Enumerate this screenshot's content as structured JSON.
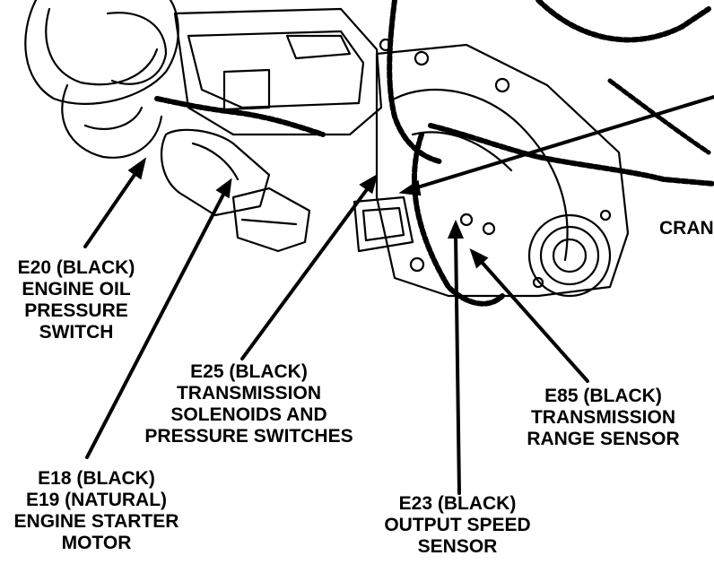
{
  "labels": {
    "e20": [
      "E20 (BLACK)",
      "ENGINE OIL",
      "PRESSURE",
      "SWITCH"
    ],
    "e25": [
      "E25 (BLACK)",
      "TRANSMISSION",
      "SOLENOIDS AND",
      "PRESSURE SWITCHES"
    ],
    "e18": [
      "E18 (BLACK)",
      "E19 (NATURAL)",
      "ENGINE STARTER",
      "MOTOR"
    ],
    "e23": [
      "E23 (BLACK)",
      "OUTPUT SPEED",
      "SENSOR"
    ],
    "e85": [
      "E85 (BLACK)",
      "TRANSMISSION",
      "RANGE SENSOR"
    ],
    "crank_partial": "CRAN"
  },
  "colors": {
    "ink": "#000000",
    "paper": "#ffffff"
  }
}
